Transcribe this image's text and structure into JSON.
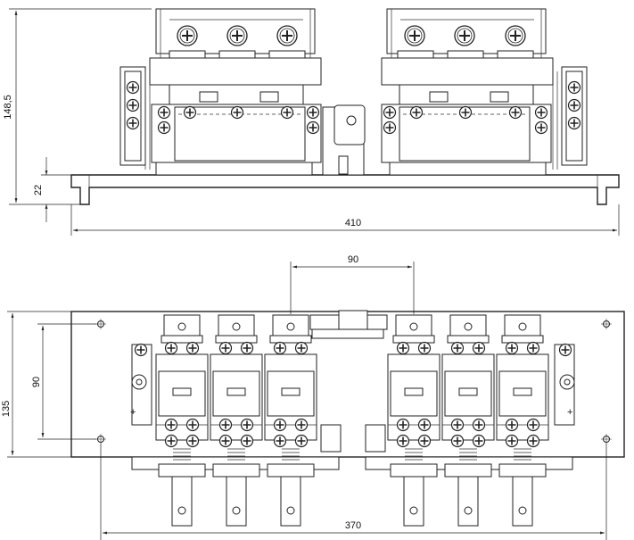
{
  "dimensions": {
    "height_total": "148,5",
    "height_base": "22",
    "width_total": "410",
    "pole_spacing": "90",
    "mount_height": "135",
    "mount_hole_spacing": "90",
    "mount_width": "370"
  }
}
